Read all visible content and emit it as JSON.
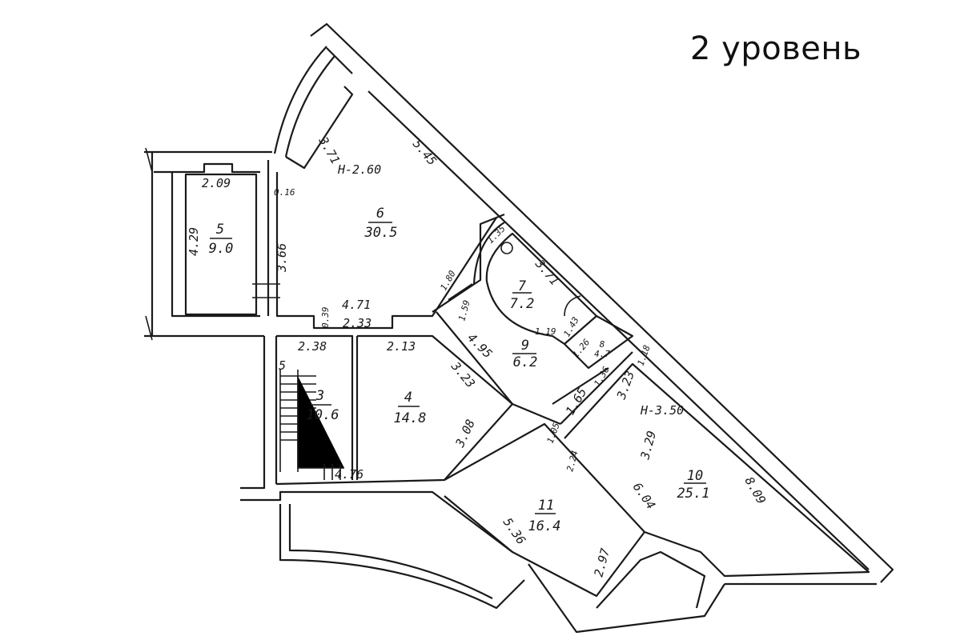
{
  "title": "2 уровень",
  "rooms": [
    {
      "number": "3",
      "area": "10.6"
    },
    {
      "number": "4",
      "area": "14.8"
    },
    {
      "number": "5",
      "area": "9.0"
    },
    {
      "number": "6",
      "area": "30.5"
    },
    {
      "number": "7",
      "area": "7.2"
    },
    {
      "number": "8",
      "area": "4.7"
    },
    {
      "number": "9",
      "area": "6.2"
    },
    {
      "number": "10",
      "area": "25.1"
    },
    {
      "number": "11",
      "area": "16.4"
    }
  ],
  "heights": {
    "upper": "H-2.60",
    "lower": "H-3.50"
  },
  "dimensions": [
    "3.71",
    "5.45",
    "2.09",
    "0.16",
    "4.29",
    "3.66",
    "4.71",
    "0.39",
    "2.33",
    "2.38",
    "2.13",
    "1.80",
    "1.59",
    "1.35",
    "3.71",
    "1.19",
    "1.43",
    "1.26",
    "1.36",
    "4.95",
    "3.23",
    "1.65",
    "3.23",
    "1.18",
    "3.29",
    "8.09",
    "3.08",
    "1.05",
    "2.24",
    "6.04",
    "5.36",
    "2.97",
    "4.76",
    "5"
  ]
}
